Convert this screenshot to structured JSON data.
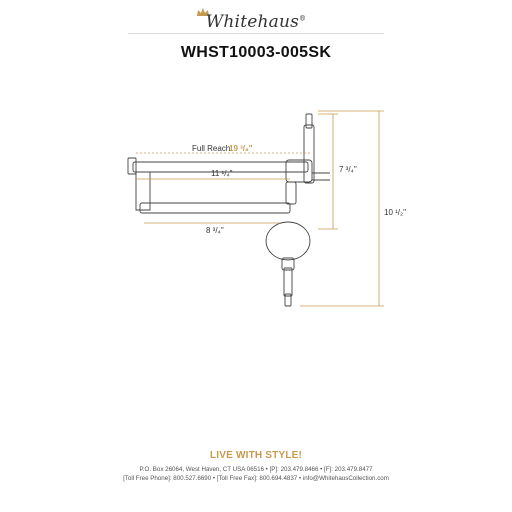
{
  "brand": {
    "name": "Whitehaus",
    "reg": "®"
  },
  "model": "WHST10003-005SK",
  "dimensions": {
    "full_reach_label": "Full Reach",
    "full_reach_value": "19 ³/₈\"",
    "upper_arm": "11 ¹/₄\"",
    "lower_arm": "8 ³/₄\"",
    "short_height": "7 ³/₄\"",
    "total_height": "10 ¹/₂\""
  },
  "footer": {
    "tagline": "LIVE WITH STYLE!",
    "line1": "P.O. Box 26064, West Haven, CT USA 06516 • [P]: 203.479.8466 • [F]: 203.479.8477",
    "line2": "[Toll Free Phone]: 800.527.6690 • [Toll Free Fax]: 800.694.4837 • info@WhitehausCollection.com"
  },
  "colors": {
    "accent": "#c69a4f",
    "line": "#444444"
  }
}
